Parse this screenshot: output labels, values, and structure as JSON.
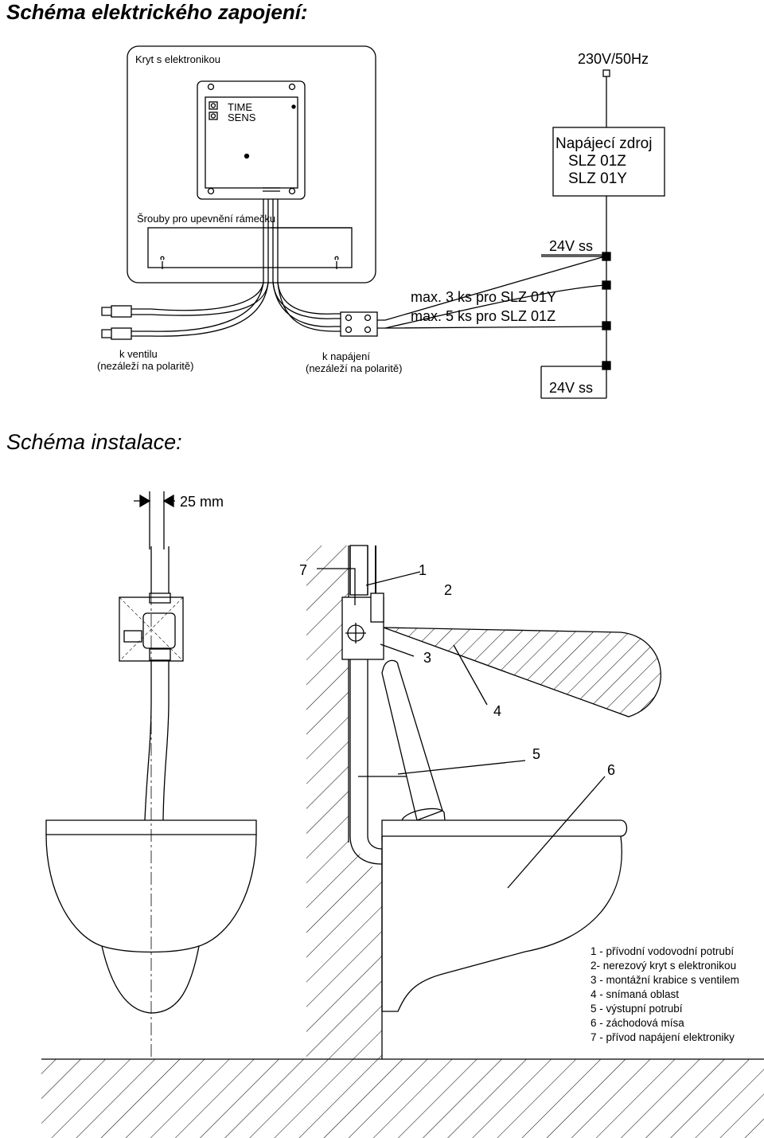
{
  "titles": {
    "wiring": "Schéma elektrického zapojení:",
    "installation": "Schéma instalace:"
  },
  "wiring": {
    "housing_label": "Kryt s elektronikou",
    "time_label": "TIME",
    "sens_label": "SENS",
    "screws_label": "Šrouby pro upevnění rámečku",
    "mains_label": "230V/50Hz",
    "psu_line1": "Napájecí zdroj",
    "psu_line2": "SLZ 01Z",
    "psu_line3": "SLZ 01Y",
    "dc_top": "24V ss",
    "dc_bottom": "24V ss",
    "max_y": "max. 3 ks pro SLZ 01Y",
    "max_z": "max. 5 ks pro SLZ 01Z",
    "valve_line1": "k ventilu",
    "valve_line2": "(nezáleží na polaritě)",
    "power_line1": "k napájení",
    "power_line2": "(nezáleží na polaritě)"
  },
  "installation": {
    "dimension": "25 mm",
    "callouts": [
      "7",
      "1",
      "2",
      "3",
      "4",
      "5",
      "6"
    ],
    "legend": [
      "1 - přívodní vodovodní potrubí",
      "2- nerezový kryt s elektronikou",
      "3 - montážní krabice s ventilem",
      "4 - snímaná oblast",
      "5 - výstupní potrubí",
      "6 - záchodová mísa",
      "7 - přívod napájení elektroniky"
    ]
  }
}
